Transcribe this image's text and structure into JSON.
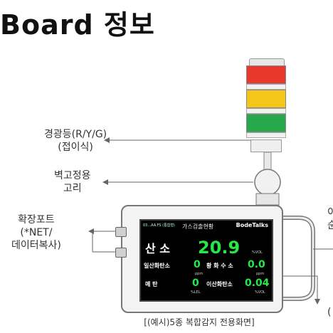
{
  "title": "Board 정보",
  "labels": {
    "tower_lamp_line1": "경광등(R/Y/G)",
    "tower_lamp_line2": "(접이식)",
    "wall_hook_line1": "벽고정용",
    "wall_hook_line2": "고리",
    "port_line1": "확장포트",
    "port_line2": "(*NET/",
    "port_line3": "데이터복사)",
    "right_cut_1": "이",
    "right_cut_2": "순",
    "right_cut_3": "("
  },
  "tower_colors": {
    "red": "#e8372c",
    "yellow": "#f5c518",
    "green": "#27a84a"
  },
  "screen": {
    "id": "03...AA.FS (통합형)",
    "title": "가스검출현황",
    "logo": "BodeTalks",
    "gases": [
      {
        "name": "산  소",
        "value": "20.9",
        "unit": "%VOL"
      },
      {
        "name": "일산화탄소",
        "value": "0",
        "unit": "ppm"
      },
      {
        "name": "황 화 수 소",
        "value": "0.0",
        "unit": "ppm"
      },
      {
        "name": "메    탄",
        "value": "0",
        "unit": "%LEL"
      },
      {
        "name": "이산화탄소",
        "value": "0.04",
        "unit": "%VOL"
      }
    ]
  },
  "caption": "[(예시)5종 복합감지 전용화면]",
  "colors": {
    "screen_value": "#27e84a",
    "line": "#666666"
  }
}
